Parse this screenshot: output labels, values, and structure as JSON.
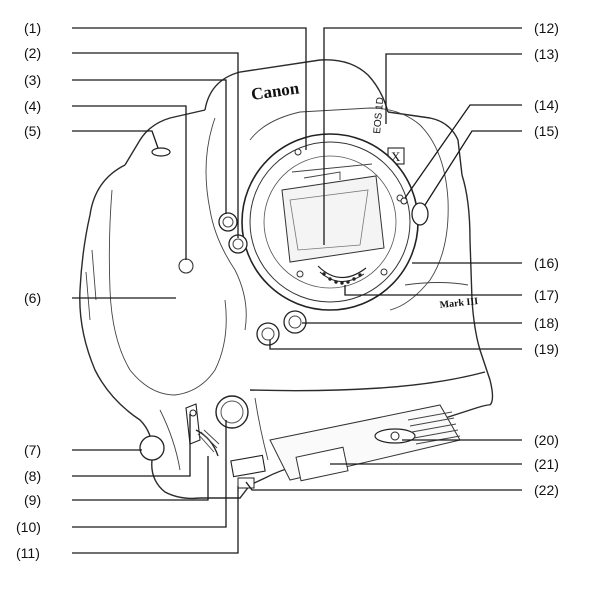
{
  "diagram": {
    "brand_text": "Canon",
    "model_text": "EOS 1D",
    "model_suffix": "X",
    "badge_text": "Mark III",
    "callouts": [
      {
        "num": "(1)"
      },
      {
        "num": "(2)"
      },
      {
        "num": "(3)"
      },
      {
        "num": "(4)"
      },
      {
        "num": "(5)"
      },
      {
        "num": "(6)"
      },
      {
        "num": "(7)"
      },
      {
        "num": "(8)"
      },
      {
        "num": "(9)"
      },
      {
        "num": "(10)"
      },
      {
        "num": "(11)"
      },
      {
        "num": "(12)"
      },
      {
        "num": "(13)"
      },
      {
        "num": "(14)"
      },
      {
        "num": "(15)"
      },
      {
        "num": "(16)"
      },
      {
        "num": "(17)"
      },
      {
        "num": "(18)"
      },
      {
        "num": "(19)"
      },
      {
        "num": "(20)"
      },
      {
        "num": "(21)"
      },
      {
        "num": "(22)"
      }
    ],
    "colors": {
      "line": "#1a1a1a",
      "body_fill": "#ffffff",
      "shade": "#e8e8e8"
    }
  }
}
